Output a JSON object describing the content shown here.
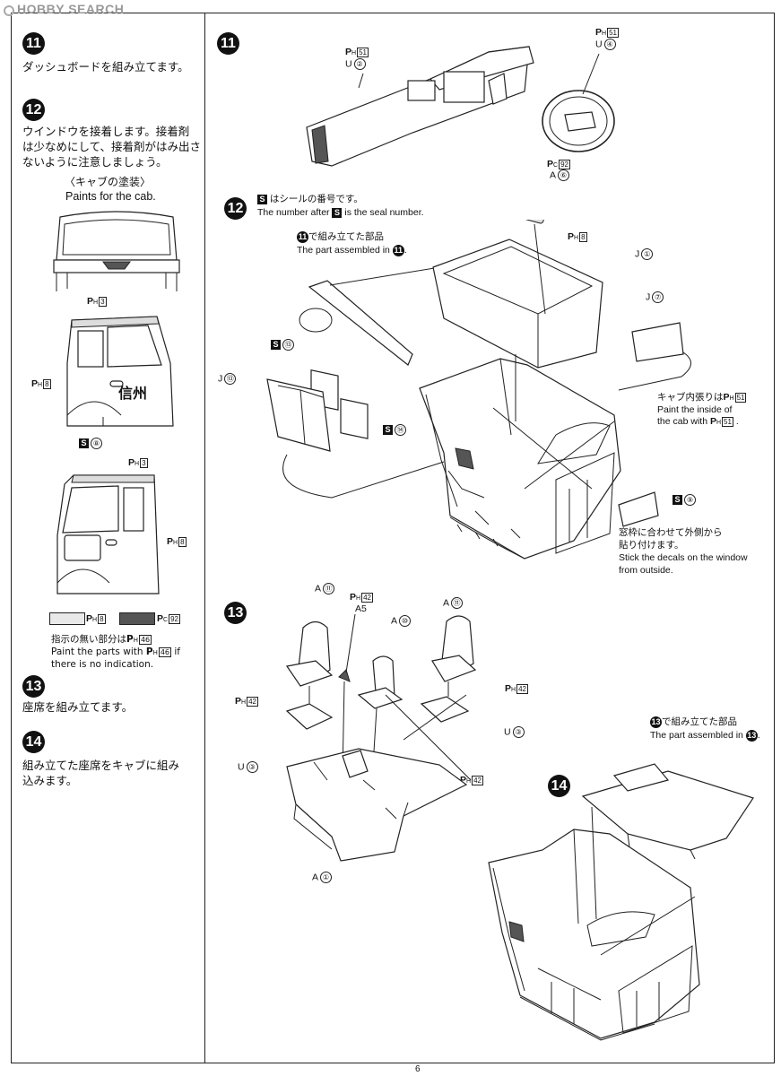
{
  "header": {
    "logo_text": "HOBBY SEARCH"
  },
  "page_number": "6",
  "left": {
    "step11": {
      "num": "11",
      "text": "ダッシュボードを組み立てます。"
    },
    "step12": {
      "num": "12",
      "text_line1": "ウインドウを接着します。接着剤",
      "text_line2": "は少なめにして、接着剤がはみ出さ",
      "text_line3": "ないように注意しましょう。"
    },
    "cab_paint": {
      "title_jp": "〈キャブの塗装〉",
      "title_en": "Paints for the cab.",
      "cab_text": "信州"
    },
    "legend": {
      "light_code": "8",
      "dark_code": "92",
      "note_jp": "指示の無い部分は",
      "note_code": "46",
      "note_en_1": "Paint the parts with",
      "note_en_2": "if",
      "note_en_3": "there is no indication."
    },
    "step13": {
      "num": "13",
      "text": "座席を組み立てます。"
    },
    "step14": {
      "num": "14",
      "text_line1": "組み立てた座席をキャブに組み",
      "text_line2": "込みます。"
    }
  },
  "right": {
    "step11": {
      "num": "11"
    },
    "step12": {
      "num": "12",
      "seal_jp": "はシールの番号です。",
      "seal_en_1": "The number after",
      "seal_en_2": "is the seal number.",
      "assembled_jp": "で組み立てた部品",
      "assembled_en": "The part assembled in",
      "interior_jp": "キャブ内張りは",
      "interior_en_1": "Paint the inside of",
      "interior_en_2": "the cab with",
      "window_jp_1": "窓枠に合わせて外側から",
      "window_jp_2": "貼り付けます。",
      "window_en_1": "Stick the decals on the window",
      "window_en_2": "from outside."
    },
    "step13": {
      "num": "13",
      "a5": "A5"
    },
    "step14": {
      "num": "14",
      "assembled_jp": "で組み立てた部品",
      "assembled_en": "The part assembled in"
    },
    "codes": {
      "p": "P",
      "h": "H",
      "c": "C",
      "s": "S",
      "u": "U",
      "a": "A",
      "j": "J",
      "n51": "51",
      "n42": "42",
      "n8": "8",
      "n3": "3",
      "n92": "92",
      "c1": "①",
      "c2": "②",
      "c3": "③",
      "c4": "④",
      "c6": "⑥",
      "c7": "⑦",
      "c8": "⑧",
      "c9": "⑨",
      "c10": "⑩",
      "c11": "⑪",
      "c13": "⑬",
      "c14": "⑭"
    }
  },
  "colors": {
    "light_swatch": "#e9e9e9",
    "dark_swatch": "#555555"
  }
}
